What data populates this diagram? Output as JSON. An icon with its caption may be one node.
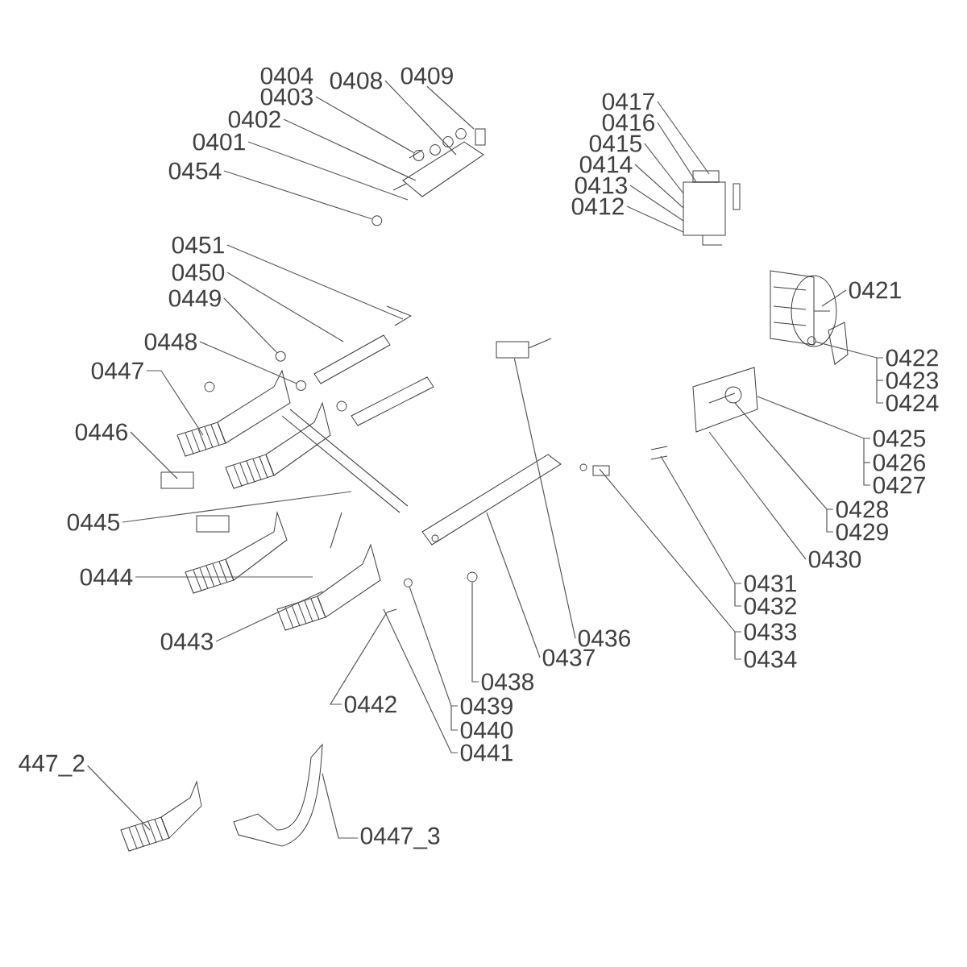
{
  "diagram": {
    "nodes": [
      {
        "text": [
          "0404"
        ]
      },
      {
        "text": [
          "0403"
        ]
      },
      {
        "text": [
          "0408"
        ]
      },
      {
        "text": [
          "0409"
        ]
      },
      {
        "text": [
          "0402"
        ]
      },
      {
        "text": [
          "0401"
        ]
      },
      {
        "text": [
          "0454"
        ]
      },
      {
        "text": [
          "0417"
        ]
      },
      {
        "text": [
          "0416"
        ]
      },
      {
        "text": [
          "0415"
        ]
      },
      {
        "text": [
          "0414"
        ]
      },
      {
        "text": [
          "0413"
        ]
      },
      {
        "text": [
          "0412"
        ]
      },
      {
        "text": [
          "0451"
        ]
      },
      {
        "text": [
          "0450"
        ]
      },
      {
        "text": [
          "0449"
        ]
      },
      {
        "text": [
          "0421"
        ]
      },
      {
        "text": [
          "0448"
        ]
      },
      {
        "text": [
          "0447"
        ]
      },
      {
        "text": [
          "0422"
        ]
      },
      {
        "text": [
          "0423"
        ]
      },
      {
        "text": [
          "0424"
        ]
      },
      {
        "text": [
          "0446"
        ]
      },
      {
        "text": [
          "0425"
        ]
      },
      {
        "text": [
          "0426"
        ]
      },
      {
        "text": [
          "0427"
        ]
      },
      {
        "text": [
          "0445"
        ]
      },
      {
        "text": [
          "0428"
        ]
      },
      {
        "text": [
          "0429"
        ]
      },
      {
        "text": [
          "0430"
        ]
      },
      {
        "text": [
          "0444"
        ]
      },
      {
        "text": [
          "0431"
        ]
      },
      {
        "text": [
          "0432"
        ]
      },
      {
        "text": [
          "0443"
        ]
      },
      {
        "text": [
          "0433"
        ]
      },
      {
        "text": [
          "0436"
        ]
      },
      {
        "text": [
          "0434"
        ]
      },
      {
        "text": [
          "0437"
        ]
      },
      {
        "text": [
          "0438"
        ]
      },
      {
        "text": [
          "0439"
        ]
      },
      {
        "text": [
          "0442"
        ]
      },
      {
        "text": [
          "0440"
        ]
      },
      {
        "text": [
          "0441"
        ]
      },
      {
        "text": [
          "447_2"
        ]
      },
      {
        "text": [
          "0447_3"
        ]
      },
      {
        "text": [],
        "shape": "circle"
      },
      {
        "text": [],
        "shape": "circle"
      },
      {
        "text": [],
        "shape": "circle"
      },
      {
        "text": [],
        "shape": "box"
      },
      {
        "text": [],
        "shape": "circle"
      },
      {
        "text": [],
        "shape": "circle"
      },
      {
        "text": [],
        "shape": "circle"
      },
      {
        "text": [],
        "shape": "circle"
      }
    ],
    "edges": [
      {
        "from": 1,
        "to": 45,
        "arrow": "none"
      },
      {
        "from": 2,
        "to": null,
        "arrow": "none"
      },
      {
        "from": 3,
        "to": null,
        "arrow": "none"
      },
      {
        "from": 4,
        "to": null,
        "arrow": "none"
      },
      {
        "from": 5,
        "to": null,
        "arrow": "none"
      },
      {
        "from": 6,
        "to": 46,
        "arrow": "none"
      },
      {
        "from": 7,
        "to": null,
        "arrow": "none"
      },
      {
        "from": 8,
        "to": null,
        "arrow": "none"
      },
      {
        "from": 9,
        "to": null,
        "arrow": "none"
      },
      {
        "from": 10,
        "to": null,
        "arrow": "none"
      },
      {
        "from": 11,
        "to": null,
        "arrow": "none"
      },
      {
        "from": 12,
        "to": null,
        "arrow": "none"
      },
      {
        "from": 13,
        "to": null,
        "arrow": "none"
      },
      {
        "from": 14,
        "to": null,
        "arrow": "none"
      },
      {
        "from": 15,
        "to": 49,
        "arrow": "none"
      },
      {
        "from": 16,
        "to": null,
        "arrow": "none"
      },
      {
        "from": 17,
        "to": 50,
        "arrow": "none"
      },
      {
        "from": 18,
        "to": null,
        "arrow": "none"
      },
      {
        "from": 19,
        "to": 47,
        "arrow": "none"
      },
      {
        "from": 22,
        "to": null,
        "arrow": "none"
      },
      {
        "from": 23,
        "to": null,
        "arrow": "none"
      },
      {
        "from": 26,
        "to": null,
        "arrow": "none"
      },
      {
        "from": 27,
        "to": null,
        "arrow": "none"
      },
      {
        "from": 29,
        "to": null,
        "arrow": "none"
      },
      {
        "from": 30,
        "to": null,
        "arrow": "none"
      },
      {
        "from": 31,
        "to": null,
        "arrow": "none"
      },
      {
        "from": 33,
        "to": null,
        "arrow": "none"
      },
      {
        "from": 34,
        "to": null,
        "arrow": "none"
      },
      {
        "from": 35,
        "to": 48,
        "arrow": "none"
      },
      {
        "from": 37,
        "to": null,
        "arrow": "none"
      },
      {
        "from": 38,
        "to": 51,
        "arrow": "none"
      },
      {
        "from": 39,
        "to": 52,
        "arrow": "none"
      },
      {
        "from": 40,
        "to": null,
        "arrow": "none"
      },
      {
        "from": 42,
        "to": null,
        "arrow": "none"
      },
      {
        "from": 43,
        "to": null,
        "arrow": "none"
      },
      {
        "from": 44,
        "to": null,
        "arrow": "none"
      }
    ]
  }
}
